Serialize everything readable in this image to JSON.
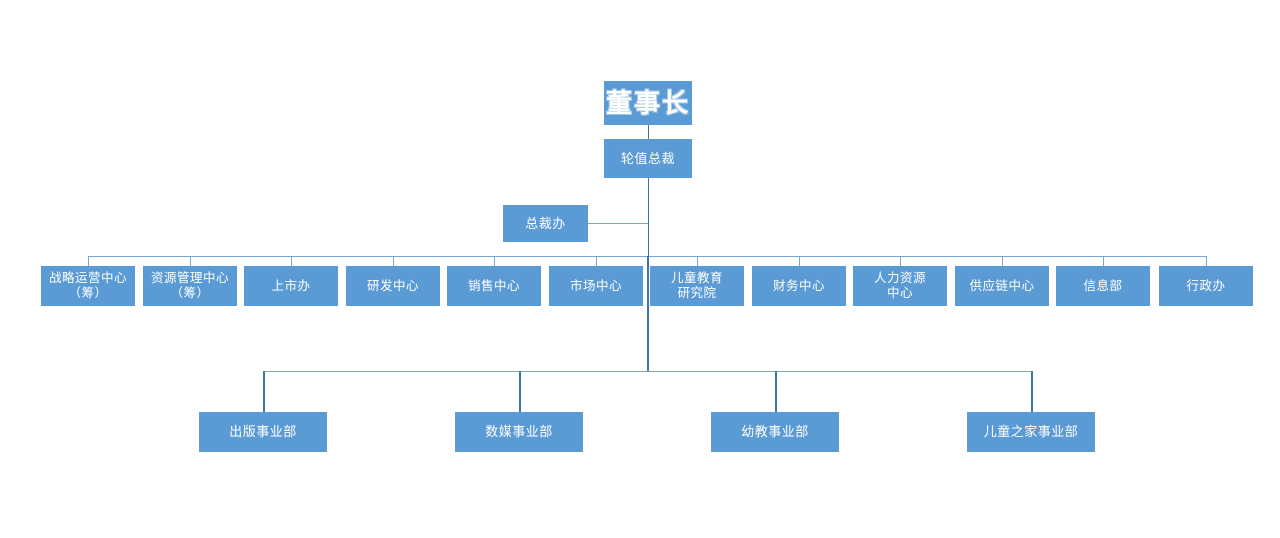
{
  "chart": {
    "title": "董事长",
    "type": "organization-chart",
    "accent_color": "#5B9BD5",
    "line_color": "#41719C",
    "text_color": "#FFFFFF",
    "background": "#FFFFFF"
  },
  "root": {
    "label": "董事长"
  },
  "level2": {
    "label": "轮值总裁"
  },
  "staff": {
    "label": "总裁办"
  },
  "departments": [
    {
      "label": "战略运营中心\n（筹）"
    },
    {
      "label": "资源管理中心\n（筹）"
    },
    {
      "label": "上市办"
    },
    {
      "label": "研发中心"
    },
    {
      "label": "销售中心"
    },
    {
      "label": "市场中心"
    },
    {
      "label": "儿童教育\n研究院"
    },
    {
      "label": "财务中心"
    },
    {
      "label": "人力资源\n中心"
    },
    {
      "label": "供应链中心"
    },
    {
      "label": "信息部"
    },
    {
      "label": "行政办"
    }
  ],
  "business_units": [
    {
      "label": "出版事业部"
    },
    {
      "label": "数媒事业部"
    },
    {
      "label": "幼教事业部"
    },
    {
      "label": "儿童之家事业部"
    }
  ]
}
